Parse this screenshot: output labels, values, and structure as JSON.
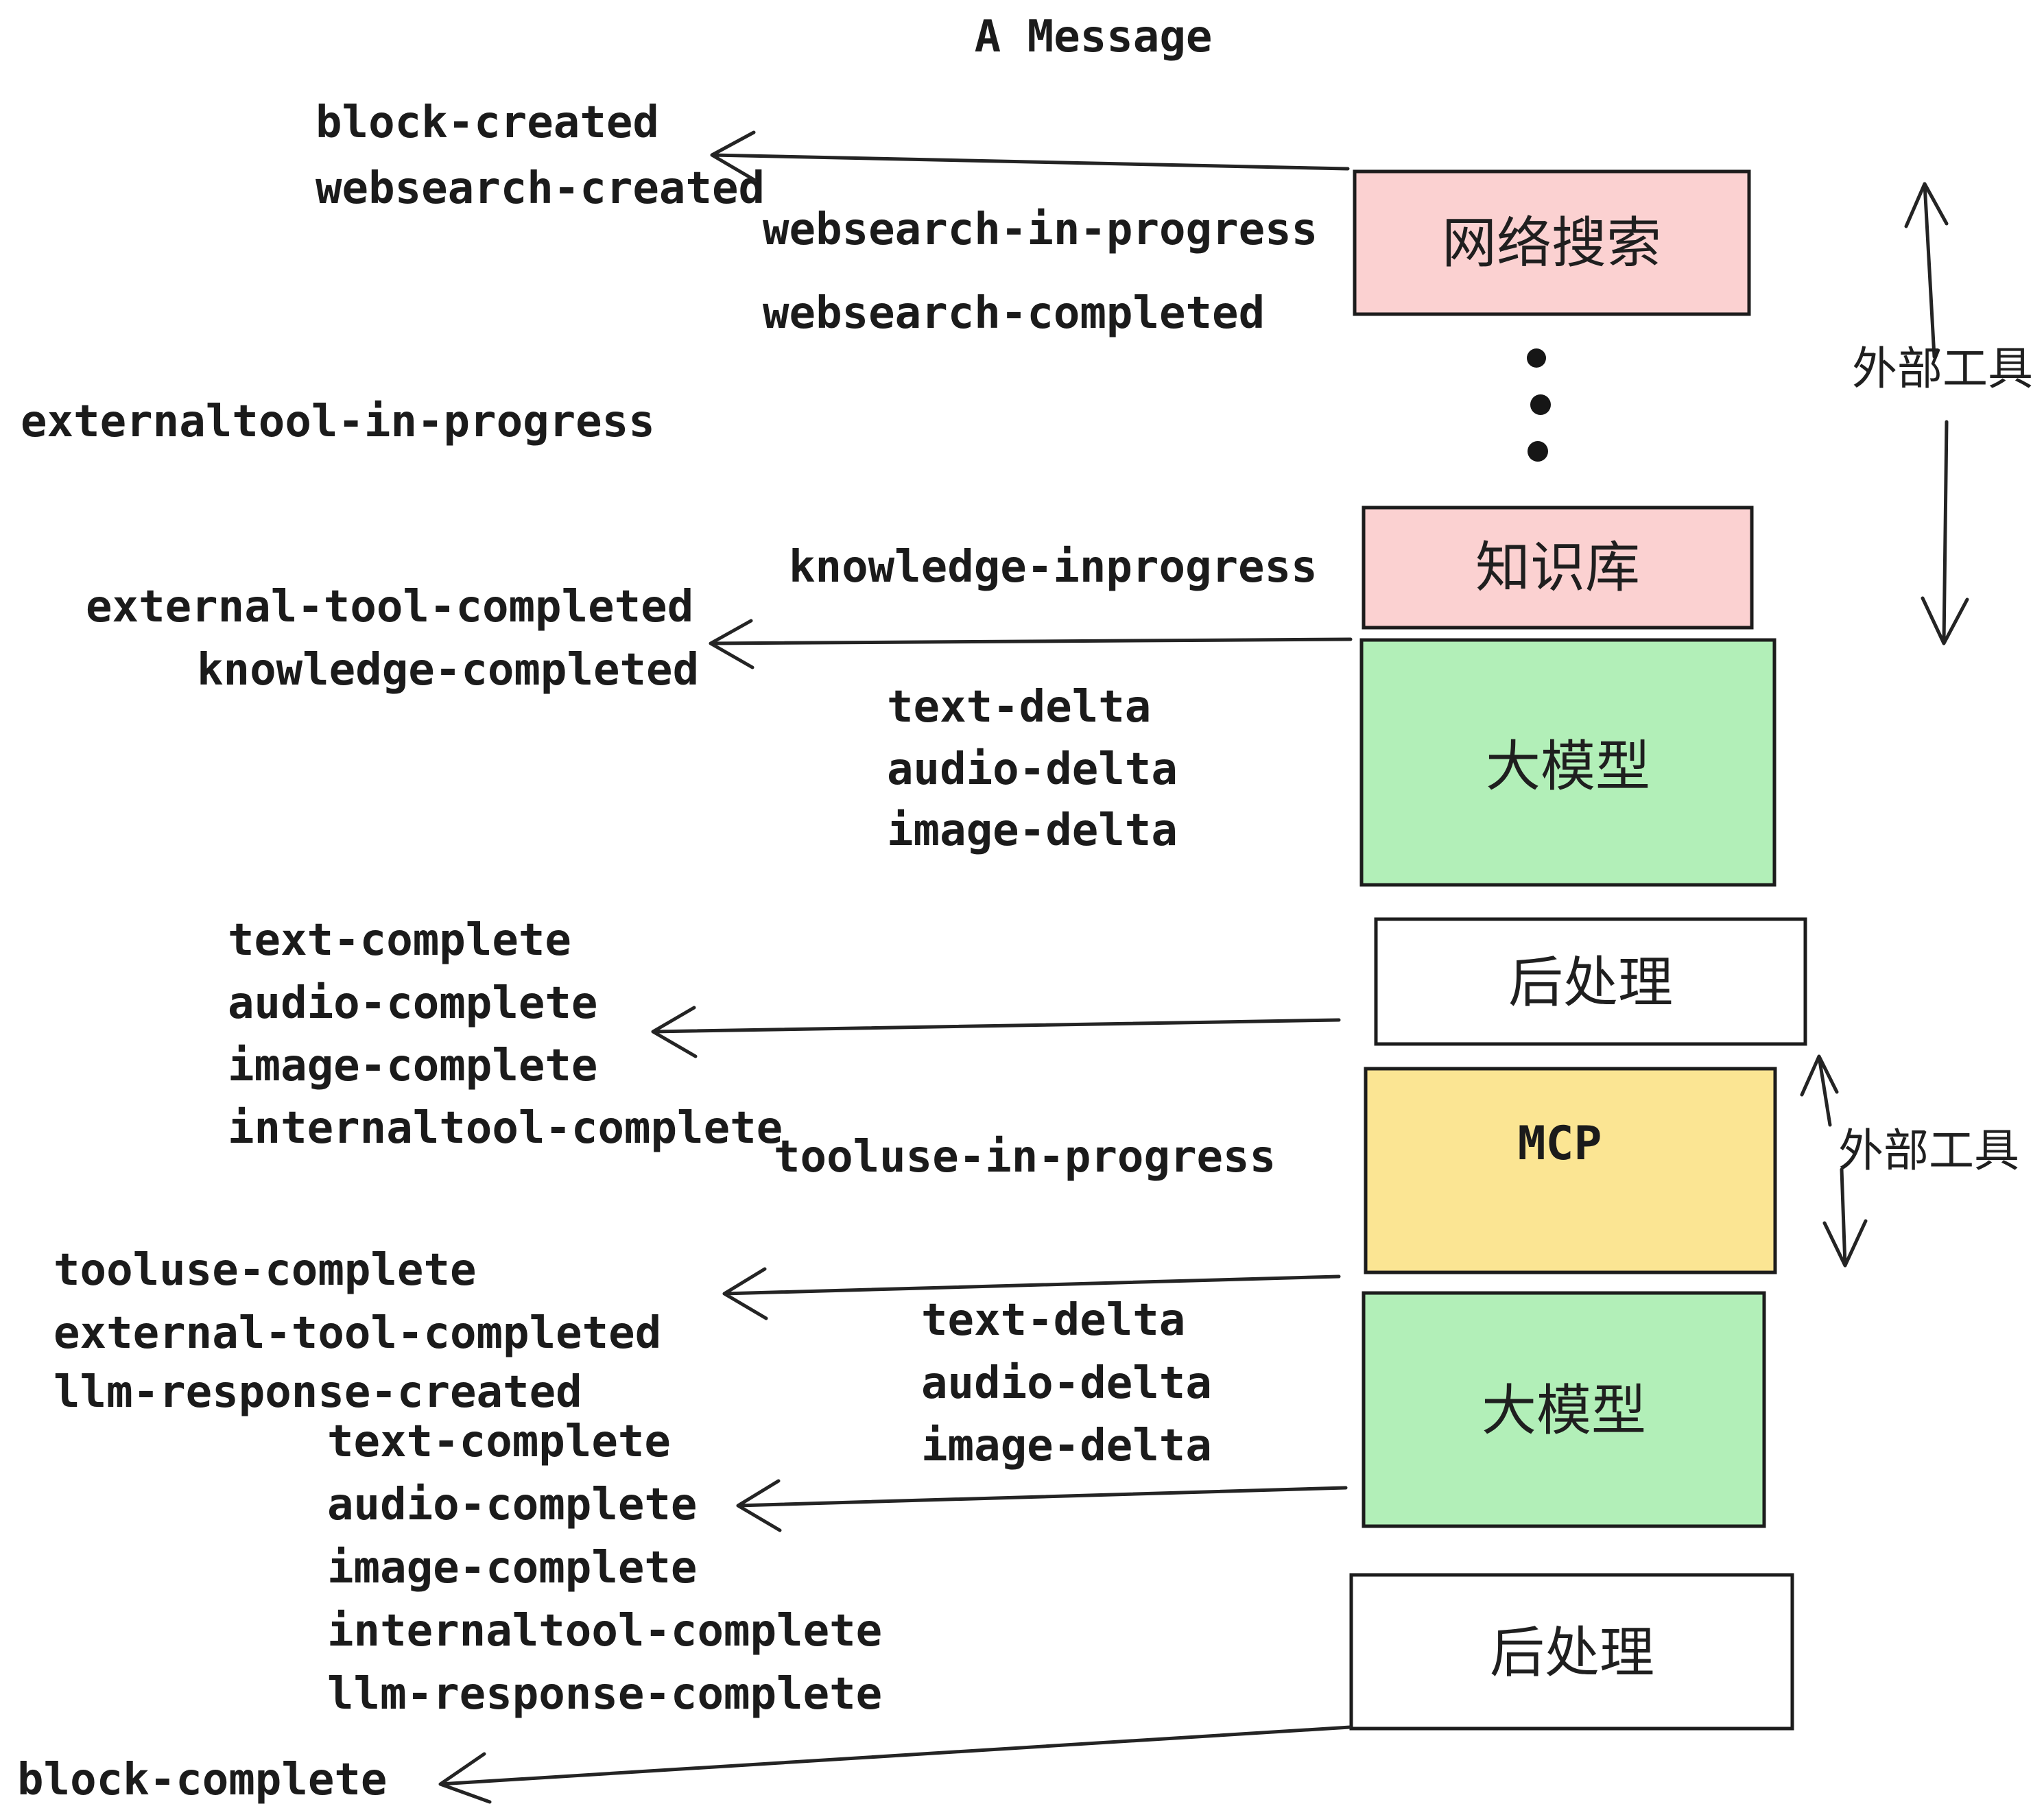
{
  "diagram": {
    "title": "A Message",
    "colors": {
      "pink": "#fbd1d1",
      "green": "#b2efb8",
      "yellow": "#fbe593",
      "white": "#ffffff",
      "ink": "#1b1b1b"
    },
    "boxes": {
      "websearch": "网络搜索",
      "knowledge": "知识库",
      "llm": "大模型",
      "postprocess": "后处理",
      "mcp": "MCP"
    },
    "side_label_external_tools": "外部工具",
    "events": {
      "block_created": "block-created",
      "websearch_created": "websearch-created",
      "websearch_in_progress": "websearch-in-progress",
      "websearch_completed": "websearch-completed",
      "externaltool_in_progress": "externaltool-in-progress",
      "knowledge_inprogress": "knowledge-inprogress",
      "external_tool_completed": "external-tool-completed",
      "knowledge_completed": "knowledge-completed",
      "text_delta": "text-delta",
      "audio_delta": "audio-delta",
      "image_delta": "image-delta",
      "text_complete": "text-complete",
      "audio_complete": "audio-complete",
      "image_complete": "image-complete",
      "internaltool_complete": "internaltool-complete",
      "tooluse_in_progress": "tooluse-in-progress",
      "tooluse_complete": "tooluse-complete",
      "llm_response_created": "llm-response-created",
      "llm_response_complete": "llm-response-complete",
      "block_complete": "block-complete"
    }
  }
}
